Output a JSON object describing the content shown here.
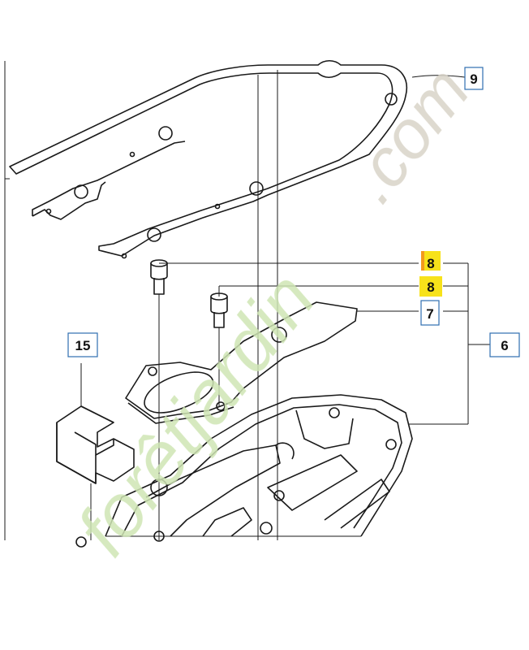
{
  "callouts": {
    "c9": "9",
    "c8a": "8",
    "c8b": "8",
    "c7": "7",
    "c6": "6",
    "c15": "15"
  },
  "watermark": {
    "text_main": "forêtjardin",
    "text_dot": ".com"
  },
  "colors": {
    "line": "#1a1a1a",
    "callout_border": "#2f6fb0",
    "highlight": "#f7e21a",
    "highlight_orange": "#f39a1c",
    "watermark_green": "#cfe6b4",
    "watermark_orange": "#f6b36e",
    "watermark_grey": "#d9d4c8"
  }
}
